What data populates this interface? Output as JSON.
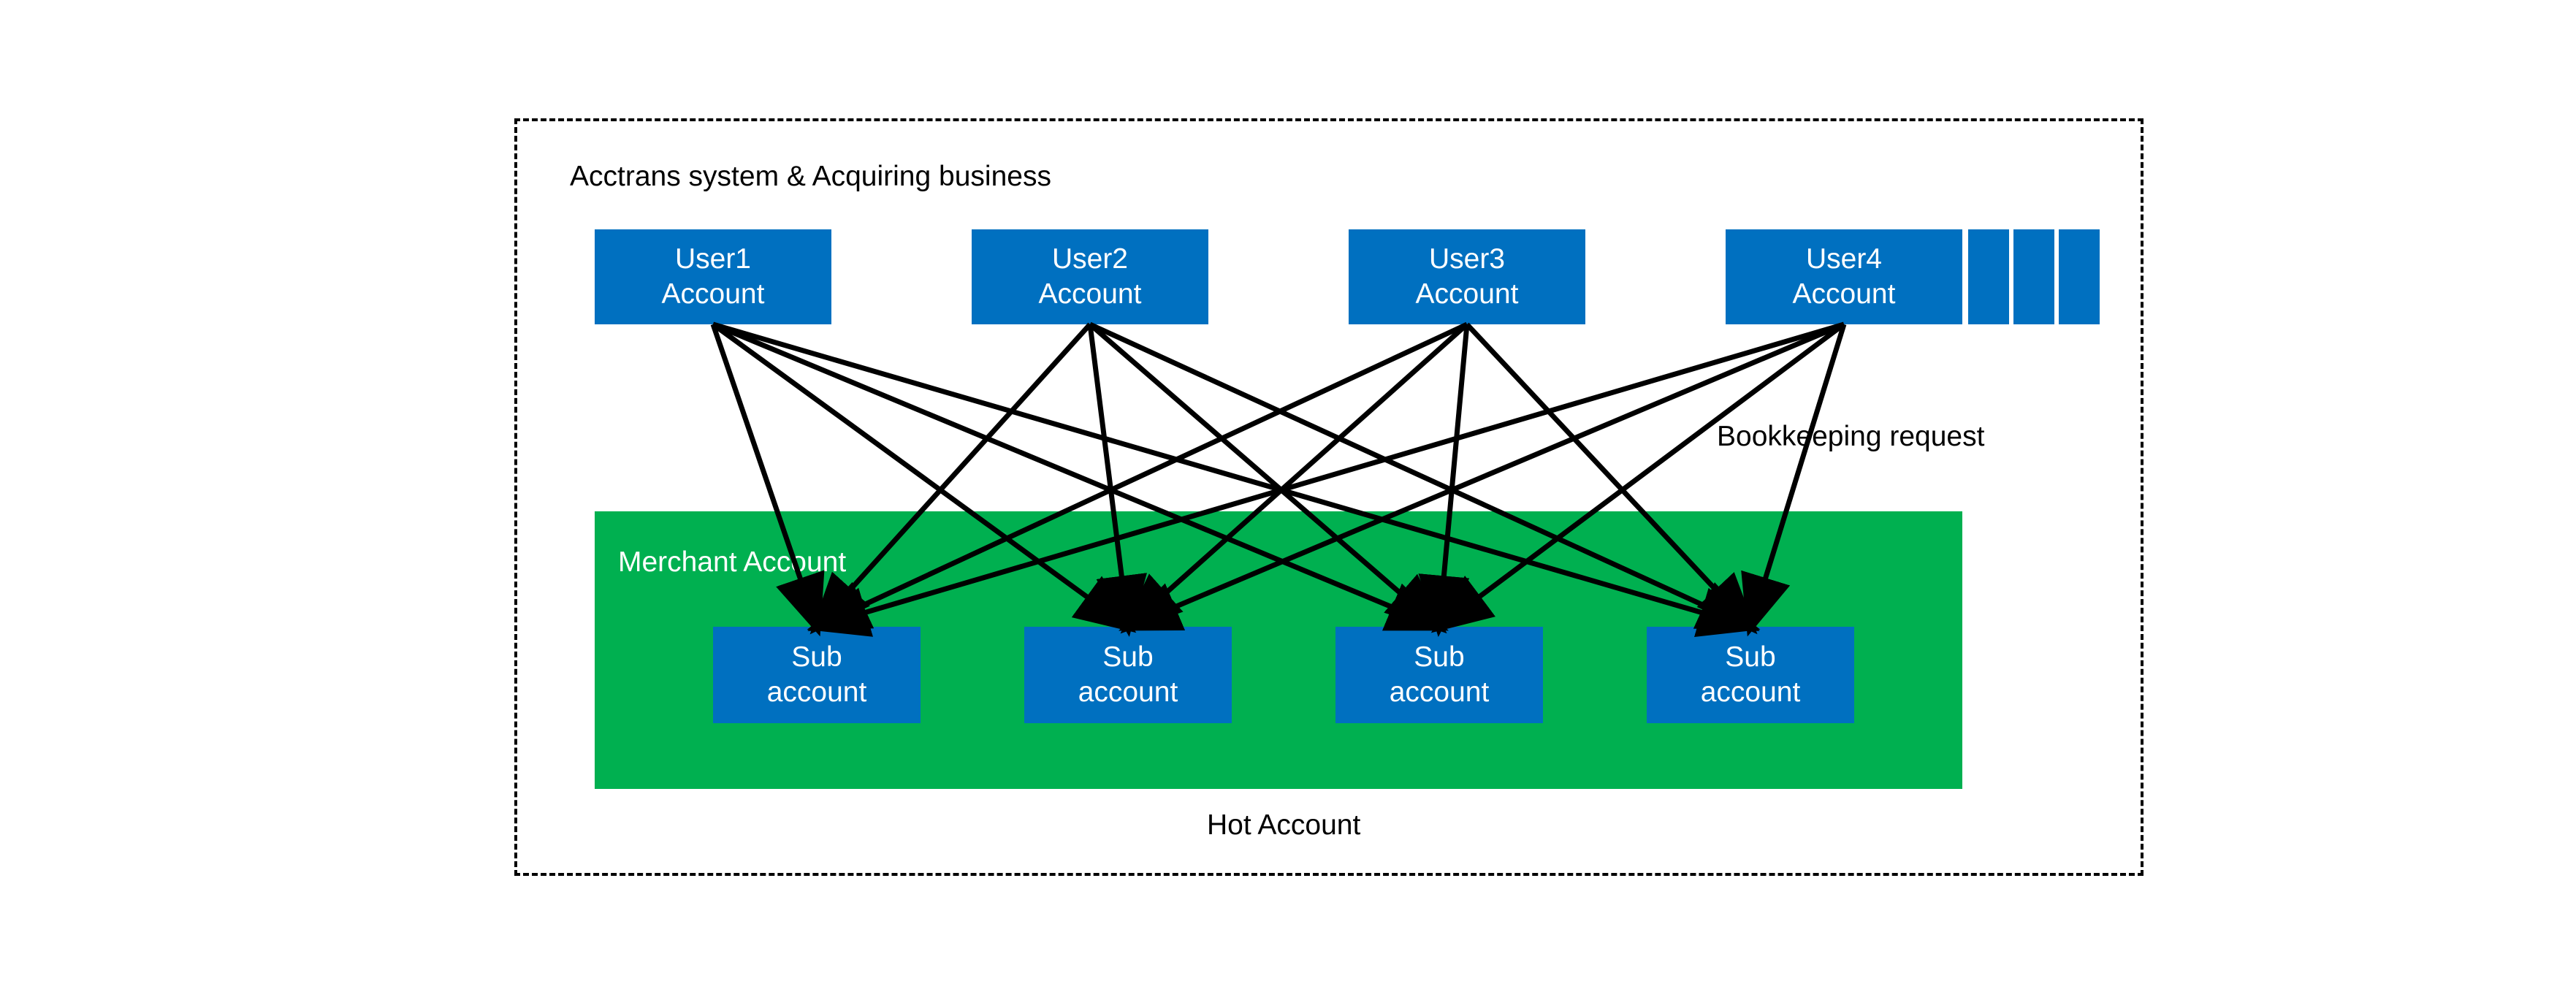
{
  "outer": {
    "title": "Acctrans system & Acquiring business"
  },
  "users": [
    {
      "line1": "User1",
      "line2": "Account"
    },
    {
      "line1": "User2",
      "line2": "Account"
    },
    {
      "line1": "User3",
      "line2": "Account"
    },
    {
      "line1": "User4",
      "line2": "Account"
    }
  ],
  "merchant": {
    "label": "Merchant Account",
    "subaccounts": [
      {
        "line1": "Sub",
        "line2": "account"
      },
      {
        "line1": "Sub",
        "line2": "account"
      },
      {
        "line1": "Sub",
        "line2": "account"
      },
      {
        "line1": "Sub",
        "line2": "account"
      }
    ]
  },
  "arrows": {
    "label": "Bookkeeping request"
  },
  "hot_account": {
    "label": "Hot Account"
  },
  "colors": {
    "account_blue": "#0070c0",
    "merchant_green": "#00b050",
    "arrow": "#000000"
  }
}
